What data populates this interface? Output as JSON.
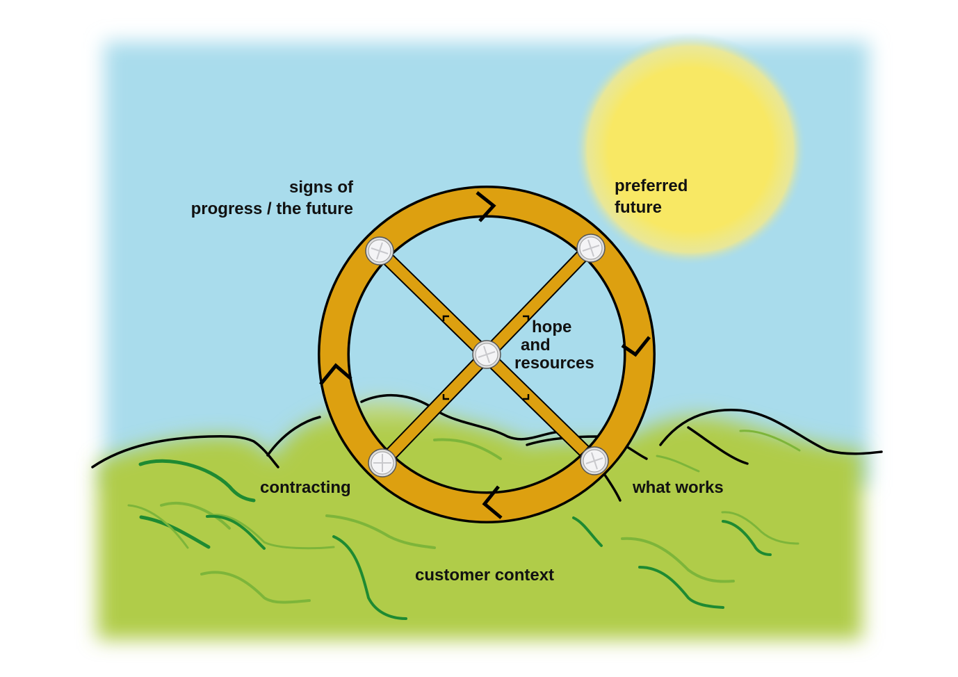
{
  "diagram": {
    "title": "Solution-focused wheel",
    "labels": {
      "signs_of_progress": [
        "signs of",
        "progress / the future"
      ],
      "preferred_future": [
        "preferred",
        "future"
      ],
      "hope_and_resources": [
        "hope",
        "and",
        "resources"
      ],
      "contracting": "contracting",
      "what_works": "what works",
      "customer_context": "customer context"
    },
    "colors": {
      "sky": "#A9DCEC",
      "grass": "#B0CC4A",
      "grass_dark": "#1E8A32",
      "grass_light": "#7DB53A",
      "sun": "#F8E864",
      "wheel": "#DDA010",
      "outline": "#000000",
      "bolt": "#EEEEEE"
    },
    "icons": [
      "sun-icon",
      "wheel-icon",
      "bolt-icon",
      "hills-outline",
      "grass-stroke-icon"
    ]
  }
}
